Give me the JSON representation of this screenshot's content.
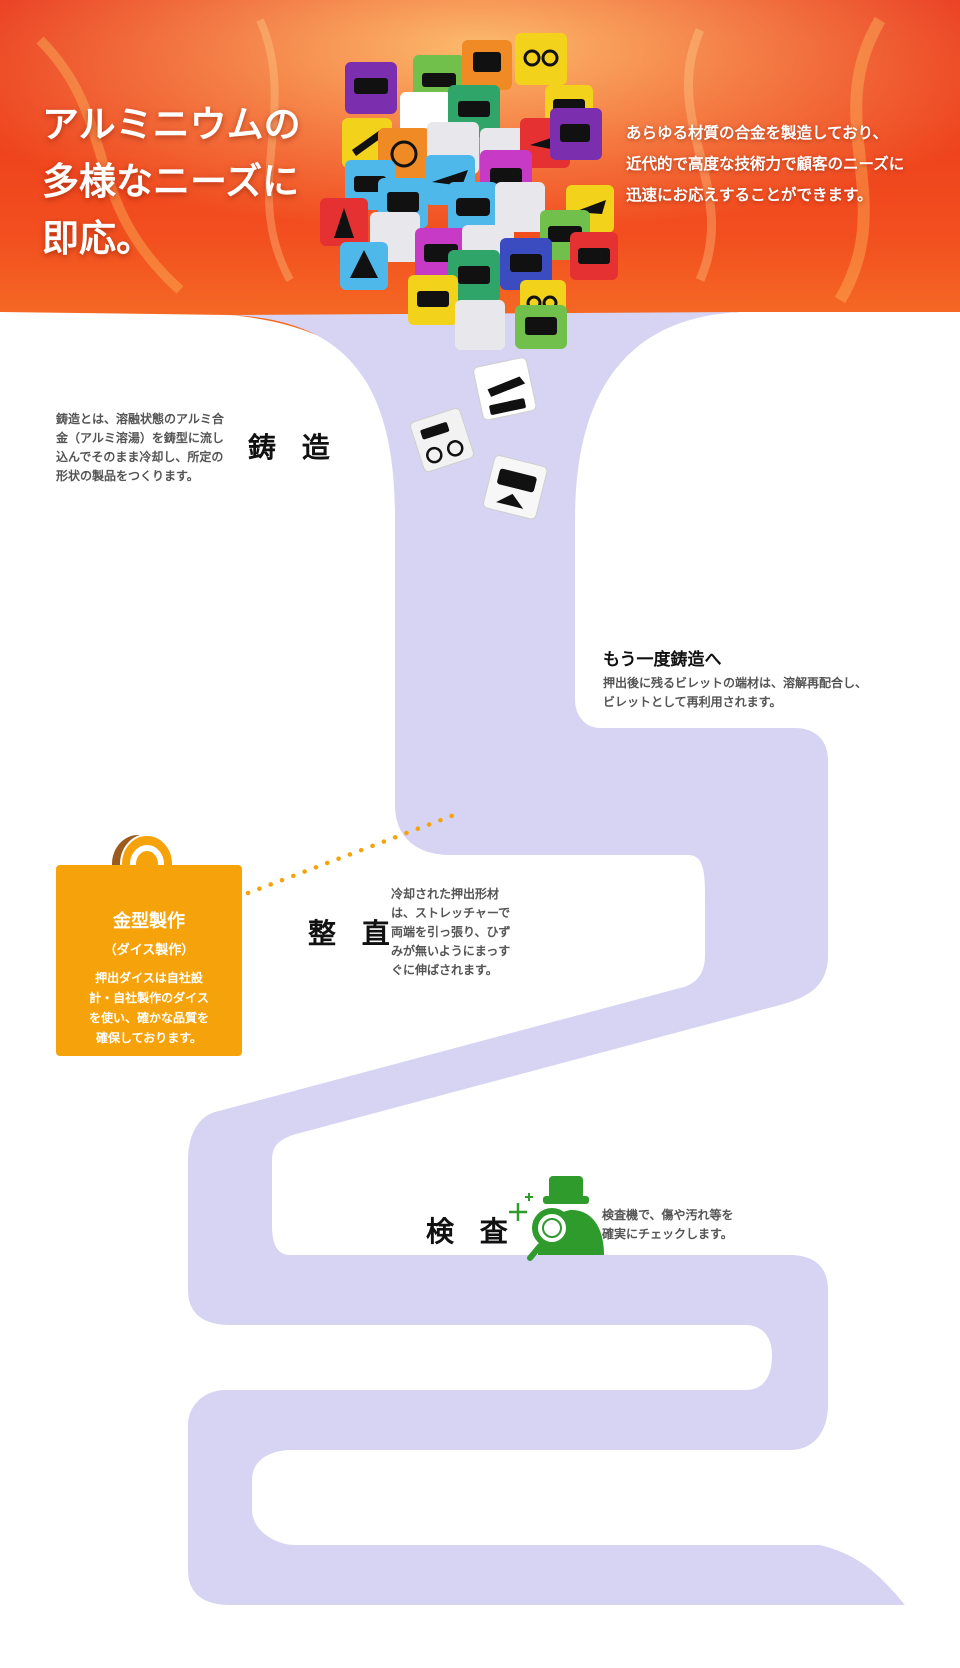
{
  "hero": {
    "title_lines": [
      "アルミニウムの",
      "多様なニーズに",
      "即応。"
    ],
    "desc_lines": [
      "あらゆる材質の合金を製造しており、",
      "近代的で高度な技術力で顧客のニーズに",
      "迅速にお応えすることができます。"
    ]
  },
  "casting": {
    "label": "鋳 造",
    "desc_lines": [
      "鋳造とは、溶融状態のアルミ合",
      "金（アルミ溶湯）を鋳型に流し",
      "込んでそのまま冷却し、所定の",
      "形状の製品をつくります。"
    ]
  },
  "recast": {
    "heading": "もう一度鋳造へ",
    "desc_lines": [
      "押出後に残るビレットの端材は、溶解再配合し、",
      "ビレットとして再利用されます。"
    ]
  },
  "die": {
    "title": "金型製作",
    "subtitle": "（ダイス製作）",
    "desc_lines": [
      "押出ダイスは自社設",
      "計・自社製作のダイス",
      "を使い、確かな品質を",
      "確保しております。"
    ]
  },
  "straighten": {
    "label": "整 直",
    "desc_lines": [
      "冷却された押出形材",
      "は、ストレッチャーで",
      "両端を引っ張り、ひず",
      "みが無いようにまっす",
      "ぐに伸ばされます。"
    ]
  },
  "inspection": {
    "label": "検 査",
    "desc_lines": [
      "検査機で、傷や汚れ等を",
      "確実にチェックします。"
    ]
  },
  "colors": {
    "fire_top": "#f2471c",
    "fire_mid": "#f7941d",
    "path_yellow": "#fbf3c6",
    "path_green": "#d9f7e2",
    "path_cyan": "#ccf2fb",
    "path_lavender": "#d8d8f3",
    "die_orange": "#f6a30b",
    "inspector_green": "#2e9b2c"
  },
  "icons": [
    "cube-icon",
    "airplane-icon",
    "bicycle-icon",
    "bus-icon",
    "car-icon",
    "ship-icon",
    "ring-die-icon",
    "inspector-magnifier-icon"
  ]
}
